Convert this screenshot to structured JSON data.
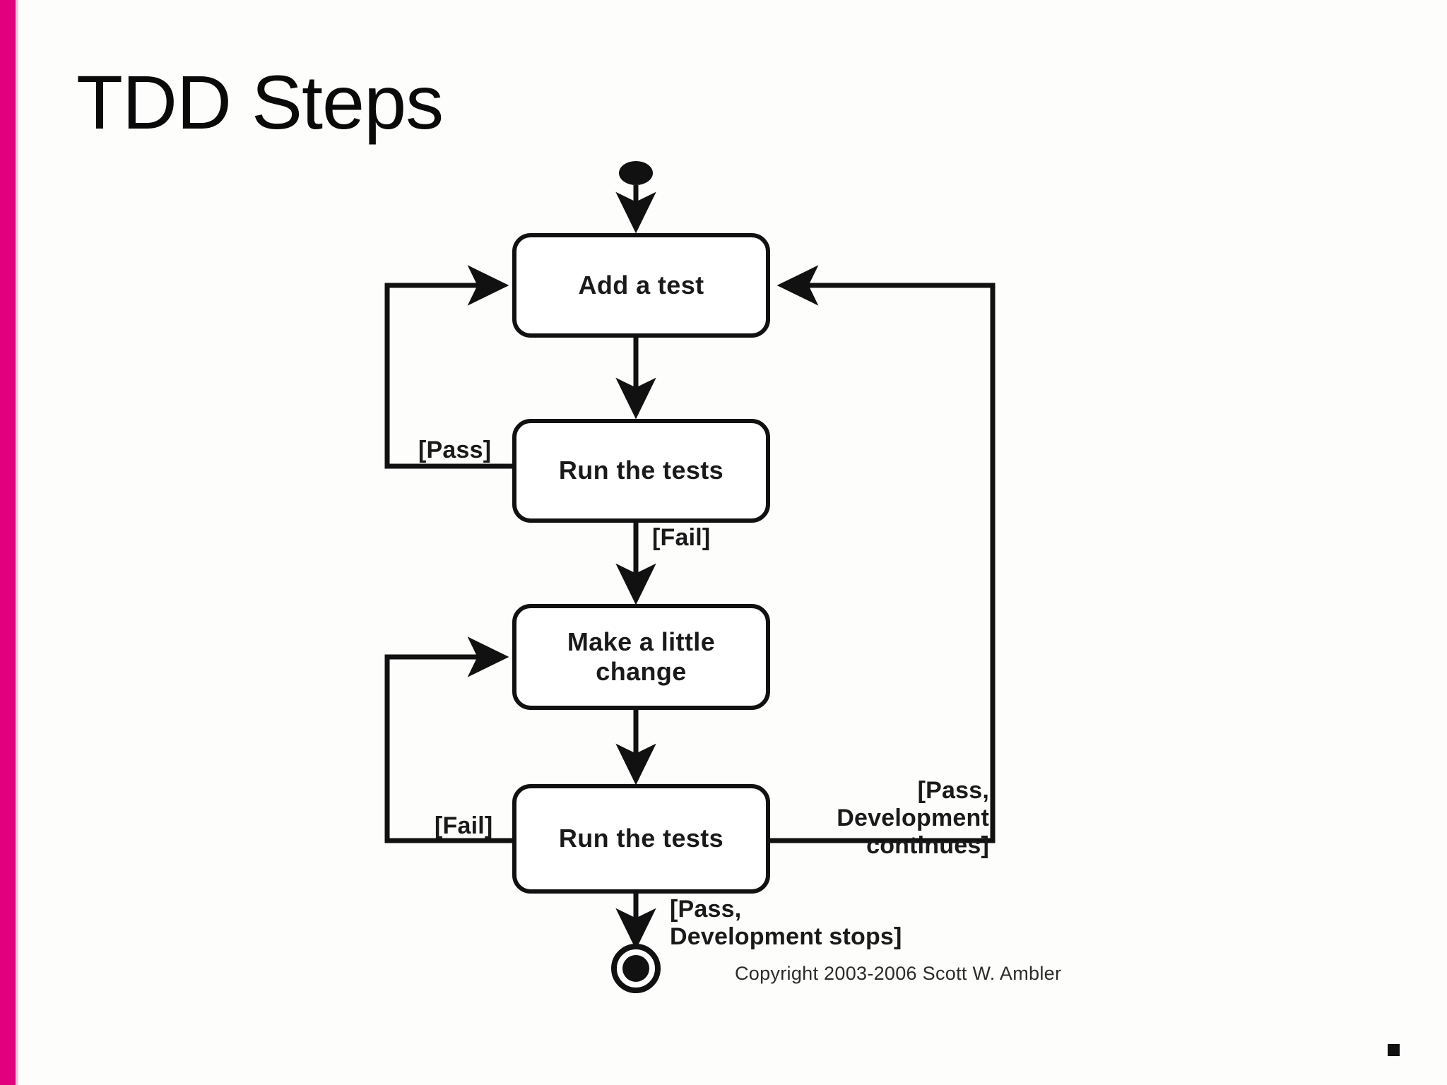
{
  "slide": {
    "title": "TDD Steps",
    "background_color": "#fdfdfb",
    "accent_color": "#e2007f"
  },
  "diagram": {
    "type": "uml-activity-diagram",
    "title": "TDD Steps",
    "copyright": "Copyright 2003-2006 Scott W. Ambler",
    "start_node": "initial-node",
    "end_node": "final-node",
    "nodes": [
      {
        "id": "add-a-test",
        "label": "Add a test"
      },
      {
        "id": "run-the-tests-1",
        "label": "Run the tests"
      },
      {
        "id": "make-a-little-change",
        "label": "Make a little change"
      },
      {
        "id": "run-the-tests-2",
        "label": "Run the tests"
      }
    ],
    "edges": [
      {
        "from": "initial-node",
        "to": "add-a-test",
        "label": ""
      },
      {
        "from": "add-a-test",
        "to": "run-the-tests-1",
        "label": ""
      },
      {
        "from": "run-the-tests-1",
        "to": "add-a-test",
        "label": "[Pass]"
      },
      {
        "from": "run-the-tests-1",
        "to": "make-a-little-change",
        "label": "[Fail]"
      },
      {
        "from": "make-a-little-change",
        "to": "run-the-tests-2",
        "label": ""
      },
      {
        "from": "run-the-tests-2",
        "to": "make-a-little-change",
        "label": "[Fail]"
      },
      {
        "from": "run-the-tests-2",
        "to": "add-a-test",
        "label": "[Pass,\nDevelopment\ncontinues]"
      },
      {
        "from": "run-the-tests-2",
        "to": "final-node",
        "label": "[Pass,\nDevelopment stops]"
      }
    ],
    "labels": {
      "pass_loop": "[Pass]",
      "fail_to_change": "[Fail]",
      "fail_loop": "[Fail]",
      "pass_continues": "[Pass,\nDevelopment\ncontinues]",
      "pass_stops": "[Pass,\nDevelopment stops]"
    },
    "decoration": {
      "corner_dot": "."
    }
  }
}
